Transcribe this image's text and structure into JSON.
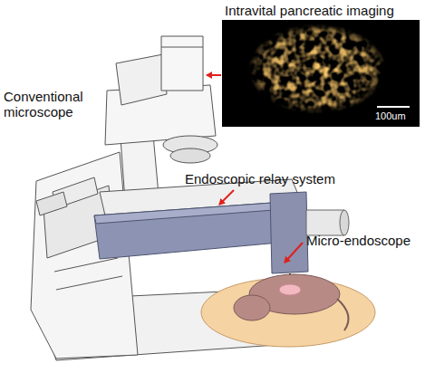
{
  "diagram": {
    "labels": [
      "Intravital pancreatic imaging",
      "100um",
      "Conventional microscope",
      "Endoscopic relay system",
      "Micro-endoscope"
    ]
  }
}
